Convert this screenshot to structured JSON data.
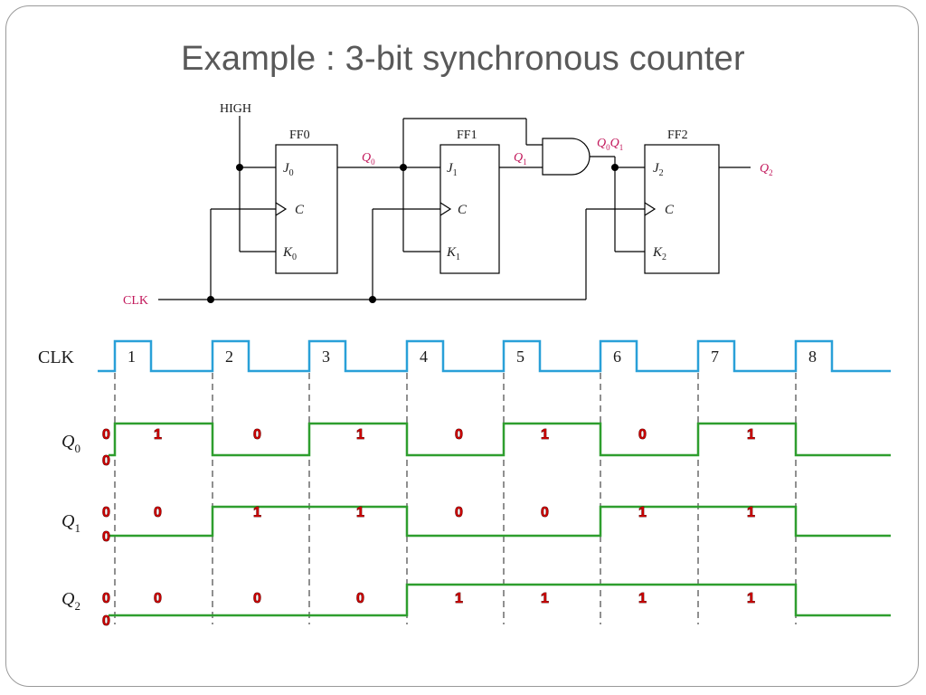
{
  "title": "Example : 3-bit synchronous counter",
  "circuit": {
    "high_label": "HIGH",
    "clk_label": "CLK",
    "ff0": {
      "name": "FF0",
      "j": "J",
      "j_sub": "0",
      "k": "K",
      "k_sub": "0",
      "c": "C"
    },
    "ff1": {
      "name": "FF1",
      "j": "J",
      "j_sub": "1",
      "k": "K",
      "k_sub": "1",
      "c": "C"
    },
    "ff2": {
      "name": "FF2",
      "j": "J",
      "j_sub": "2",
      "k": "K",
      "k_sub": "2",
      "c": "C"
    },
    "q0": "Q",
    "q0_sub": "0",
    "q1": "Q",
    "q1_sub": "1",
    "q0q1_a": "Q",
    "q0q1_a_sub": "0",
    "q0q1_b": "Q",
    "q0q1_b_sub": "1",
    "q2": "Q",
    "q2_sub": "2",
    "colors": {
      "signal": "#c2185b",
      "wire": "#000000"
    }
  },
  "timing": {
    "clk_label": "CLK",
    "clk_pulses": [
      "1",
      "2",
      "3",
      "4",
      "5",
      "6",
      "7",
      "8"
    ],
    "q0_label": "Q",
    "q0_sub": "0",
    "q1_label": "Q",
    "q1_sub": "1",
    "q2_label": "Q",
    "q2_sub": "2",
    "q0_start": [
      "0",
      "0"
    ],
    "q1_start": [
      "0",
      "0"
    ],
    "q2_start": [
      "0",
      "0"
    ],
    "q0_values": [
      "1",
      "0",
      "1",
      "0",
      "1",
      "0",
      "1"
    ],
    "q1_values": [
      "0",
      "1",
      "1",
      "0",
      "0",
      "1",
      "1"
    ],
    "q2_values": [
      "0",
      "0",
      "0",
      "1",
      "1",
      "1",
      "1"
    ],
    "colors": {
      "clock": "#29a0d8",
      "output": "#2e9e2e",
      "state_text": "#cc0000",
      "guide": "#555555"
    }
  }
}
